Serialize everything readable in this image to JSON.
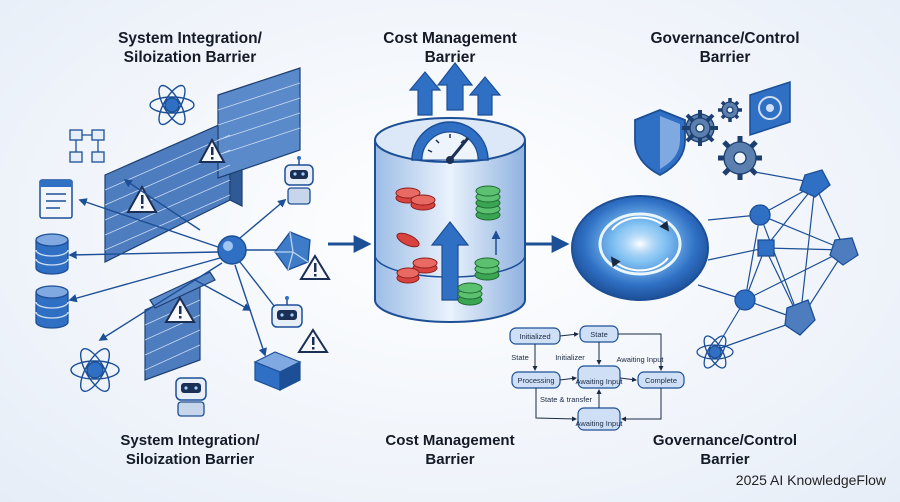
{
  "panels": [
    {
      "top_title": [
        "System Integration/",
        "Siloization Barrier"
      ],
      "bottom_title": [
        "System Integration/",
        "Siloization Barrier"
      ]
    },
    {
      "top_title": [
        "Cost Management",
        "Barrier"
      ],
      "bottom_title": [
        "Cost Management",
        "Barrier"
      ]
    },
    {
      "top_title": [
        "Governance/Control",
        "Barrier"
      ],
      "bottom_title": [
        "Governance/Control",
        "Barrier"
      ]
    }
  ],
  "state_machine": {
    "nodes": [
      "Initialized",
      "State",
      "Processing",
      "Awaiting Input",
      "Complete",
      "Awaiting Input"
    ],
    "edge_labels": [
      "State",
      "Initializer",
      "Awaiting Input",
      "State & transfer"
    ]
  },
  "credit": "2025 AI KnowledgeFlow",
  "colors": {
    "primary": "#2f6fc4",
    "dark": "#1d4f96",
    "light": "#cfe0f6",
    "coin_red": "#d9433f",
    "coin_green": "#3aa552",
    "warn": "#1b2f55"
  }
}
